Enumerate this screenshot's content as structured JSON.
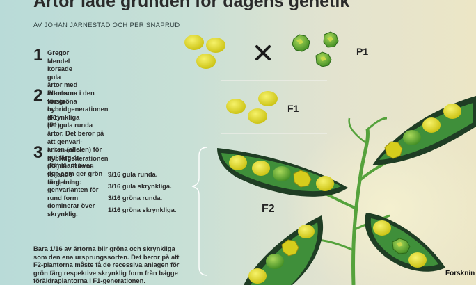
{
  "title": "Ärtor lade grunden för dagens genetik",
  "byline": "AV JOHAN JARNESTAD OCH PER SNAPRUD",
  "steps": [
    {
      "num": "1",
      "lines": [
        "Gregor Mendel korsade gula",
        "ärtor med ärtor som var gröna",
        "och skrynkliga (P1)."
      ]
    },
    {
      "num": "2",
      "lines": [
        "Plantorna i den första hybridgenerationen (F1)",
        "har gula runda ärtor. Det beror på att genvari-",
        "anten (allelen) för gul färg är dominant över",
        "den som ger grön färg, och genvarianten för",
        "rund form dominerar över skrynklig."
      ]
    },
    {
      "num": "3",
      "lines": [
        "I den andra hybridgenerationen",
        "(F2) får ärtorna följande",
        "fördelning:"
      ]
    }
  ],
  "ratios": [
    "9/16 gula runda.",
    "3/16 gula skrynkliga.",
    "3/16 gröna runda.",
    "1/16 gröna skrynkliga."
  ],
  "footer": [
    "Bara 1/16 av ärtorna blir gröna och skrynkliga",
    "som den ena ursprungssorten. Det beror på att",
    "F2-plantorna måste få de recessiva anlagen för",
    "grön färg respektive skrynklig form från bägge",
    "föräldraplantorna i F1-generationen."
  ],
  "labels": {
    "p1": "P1",
    "f1": "F1",
    "f2": "F2",
    "cross": "×"
  },
  "brand": "Forsknin",
  "colors": {
    "yellow_pea": "#e3dc1e",
    "green_pea": "#5aa82a",
    "pod_dark": "#1f3d24",
    "pod_green": "#3f8f3a",
    "stem": "#55a23c"
  }
}
